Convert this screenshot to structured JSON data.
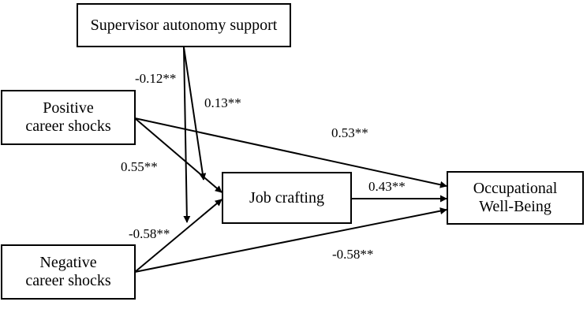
{
  "nodes": {
    "supervisor": {
      "label": "Supervisor autonomy support"
    },
    "positive": {
      "line1": "Positive",
      "line2": "career shocks"
    },
    "negative": {
      "line1": "Negative",
      "line2": "career shocks"
    },
    "job_crafting": {
      "label": "Job crafting"
    },
    "wellbeing": {
      "line1": "Occupational",
      "line2": "Well-Being"
    }
  },
  "paths": {
    "sup_moderates_negative": "-0.12**",
    "sup_moderates_positive": "0.13**",
    "positive_to_wellbeing": "0.53**",
    "positive_to_job_crafting": "0.55**",
    "job_crafting_to_wellbeing": "0.43**",
    "negative_to_job_crafting": "-0.58**",
    "negative_to_wellbeing": "-0.58**"
  }
}
